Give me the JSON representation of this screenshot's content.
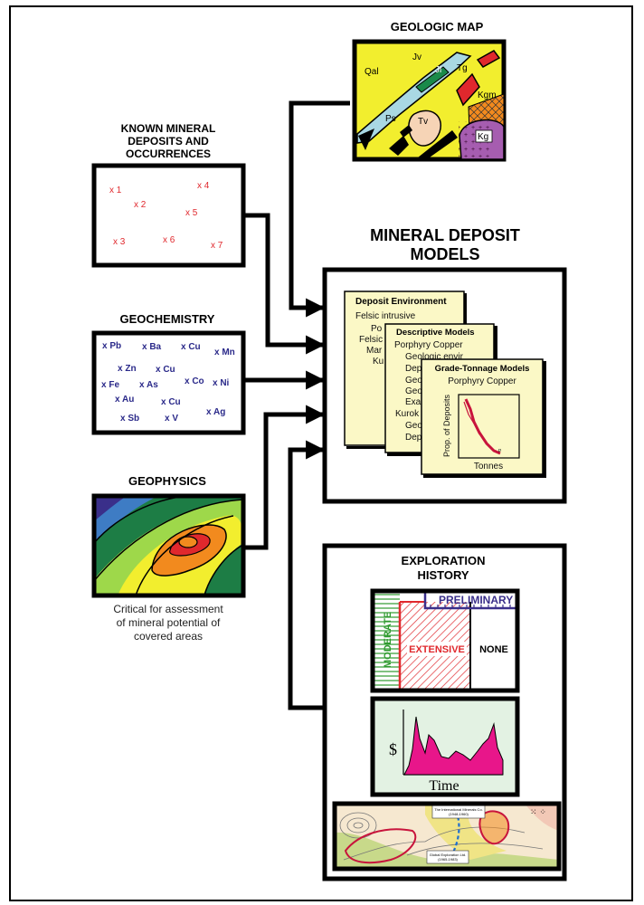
{
  "geologic_map": {
    "title": "GEOLOGIC MAP",
    "units": [
      "Qal",
      "Jv",
      "Jl",
      "Tg",
      "Kgm",
      "Ps",
      "Tv",
      "Kg"
    ]
  },
  "known_deposits": {
    "title_lines": [
      "KNOWN MINERAL",
      "DEPOSITS AND",
      "OCCURRENCES"
    ],
    "marks": [
      "x 1",
      "x 2",
      "x 3",
      "x 4",
      "x 5",
      "x 6",
      "x 7"
    ]
  },
  "geochemistry": {
    "title": "GEOCHEMISTRY",
    "elements": [
      "x  Pb",
      "x  Ba",
      "x  Cu",
      "x  Mn",
      "x  Zn",
      "x  Cu",
      "x  Fe",
      "x  As",
      "x  Co",
      "x  Ni",
      "x  Au",
      "x  Cu",
      "x  Sb",
      "x  V",
      "x  Ag"
    ]
  },
  "geophysics": {
    "title": "GEOPHYSICS",
    "caption_lines": [
      "Critical for assessment",
      "of mineral potential of",
      "covered areas"
    ]
  },
  "models": {
    "title_lines": [
      "MINERAL DEPOSIT",
      "MODELS"
    ],
    "environment": {
      "title": "Deposit Environment",
      "lines": [
        "Felsic intrusive",
        "Po",
        "Felsic",
        "Mar",
        "Ku"
      ]
    },
    "descriptive": {
      "title": "Descriptive Models",
      "lines": [
        "Porphyry Copper",
        "Geologic envir",
        "Dep",
        "Geo",
        "Geo",
        "Exa",
        "Kurok",
        "Geo",
        "Dep"
      ]
    },
    "grade_tonnage": {
      "title": "Grade-Tonnage Models",
      "subtitle": "Porphyry Copper",
      "ylabel": "Prop. of Deposits",
      "xlabel": "Tonnes"
    }
  },
  "exploration": {
    "title_lines": [
      "EXPLORATION",
      "HISTORY"
    ],
    "levels": [
      "PRELIMINARY",
      "MODERATE",
      "EXTENSIVE",
      "NONE"
    ],
    "spend": {
      "ylabel": "$",
      "xlabel": "Time"
    },
    "map_labels": [
      "The International Minerals Co.",
      "(1948-1960)",
      "Global Exploration Ltd.",
      "(1965-1983)"
    ]
  },
  "colors": {
    "card": "#fbf8c6",
    "geo_yellow": "#f2ee2e",
    "mineral_red": "#e0282d",
    "geochem_blue": "#2b2a8a",
    "history_green": "#e3f2e3"
  }
}
